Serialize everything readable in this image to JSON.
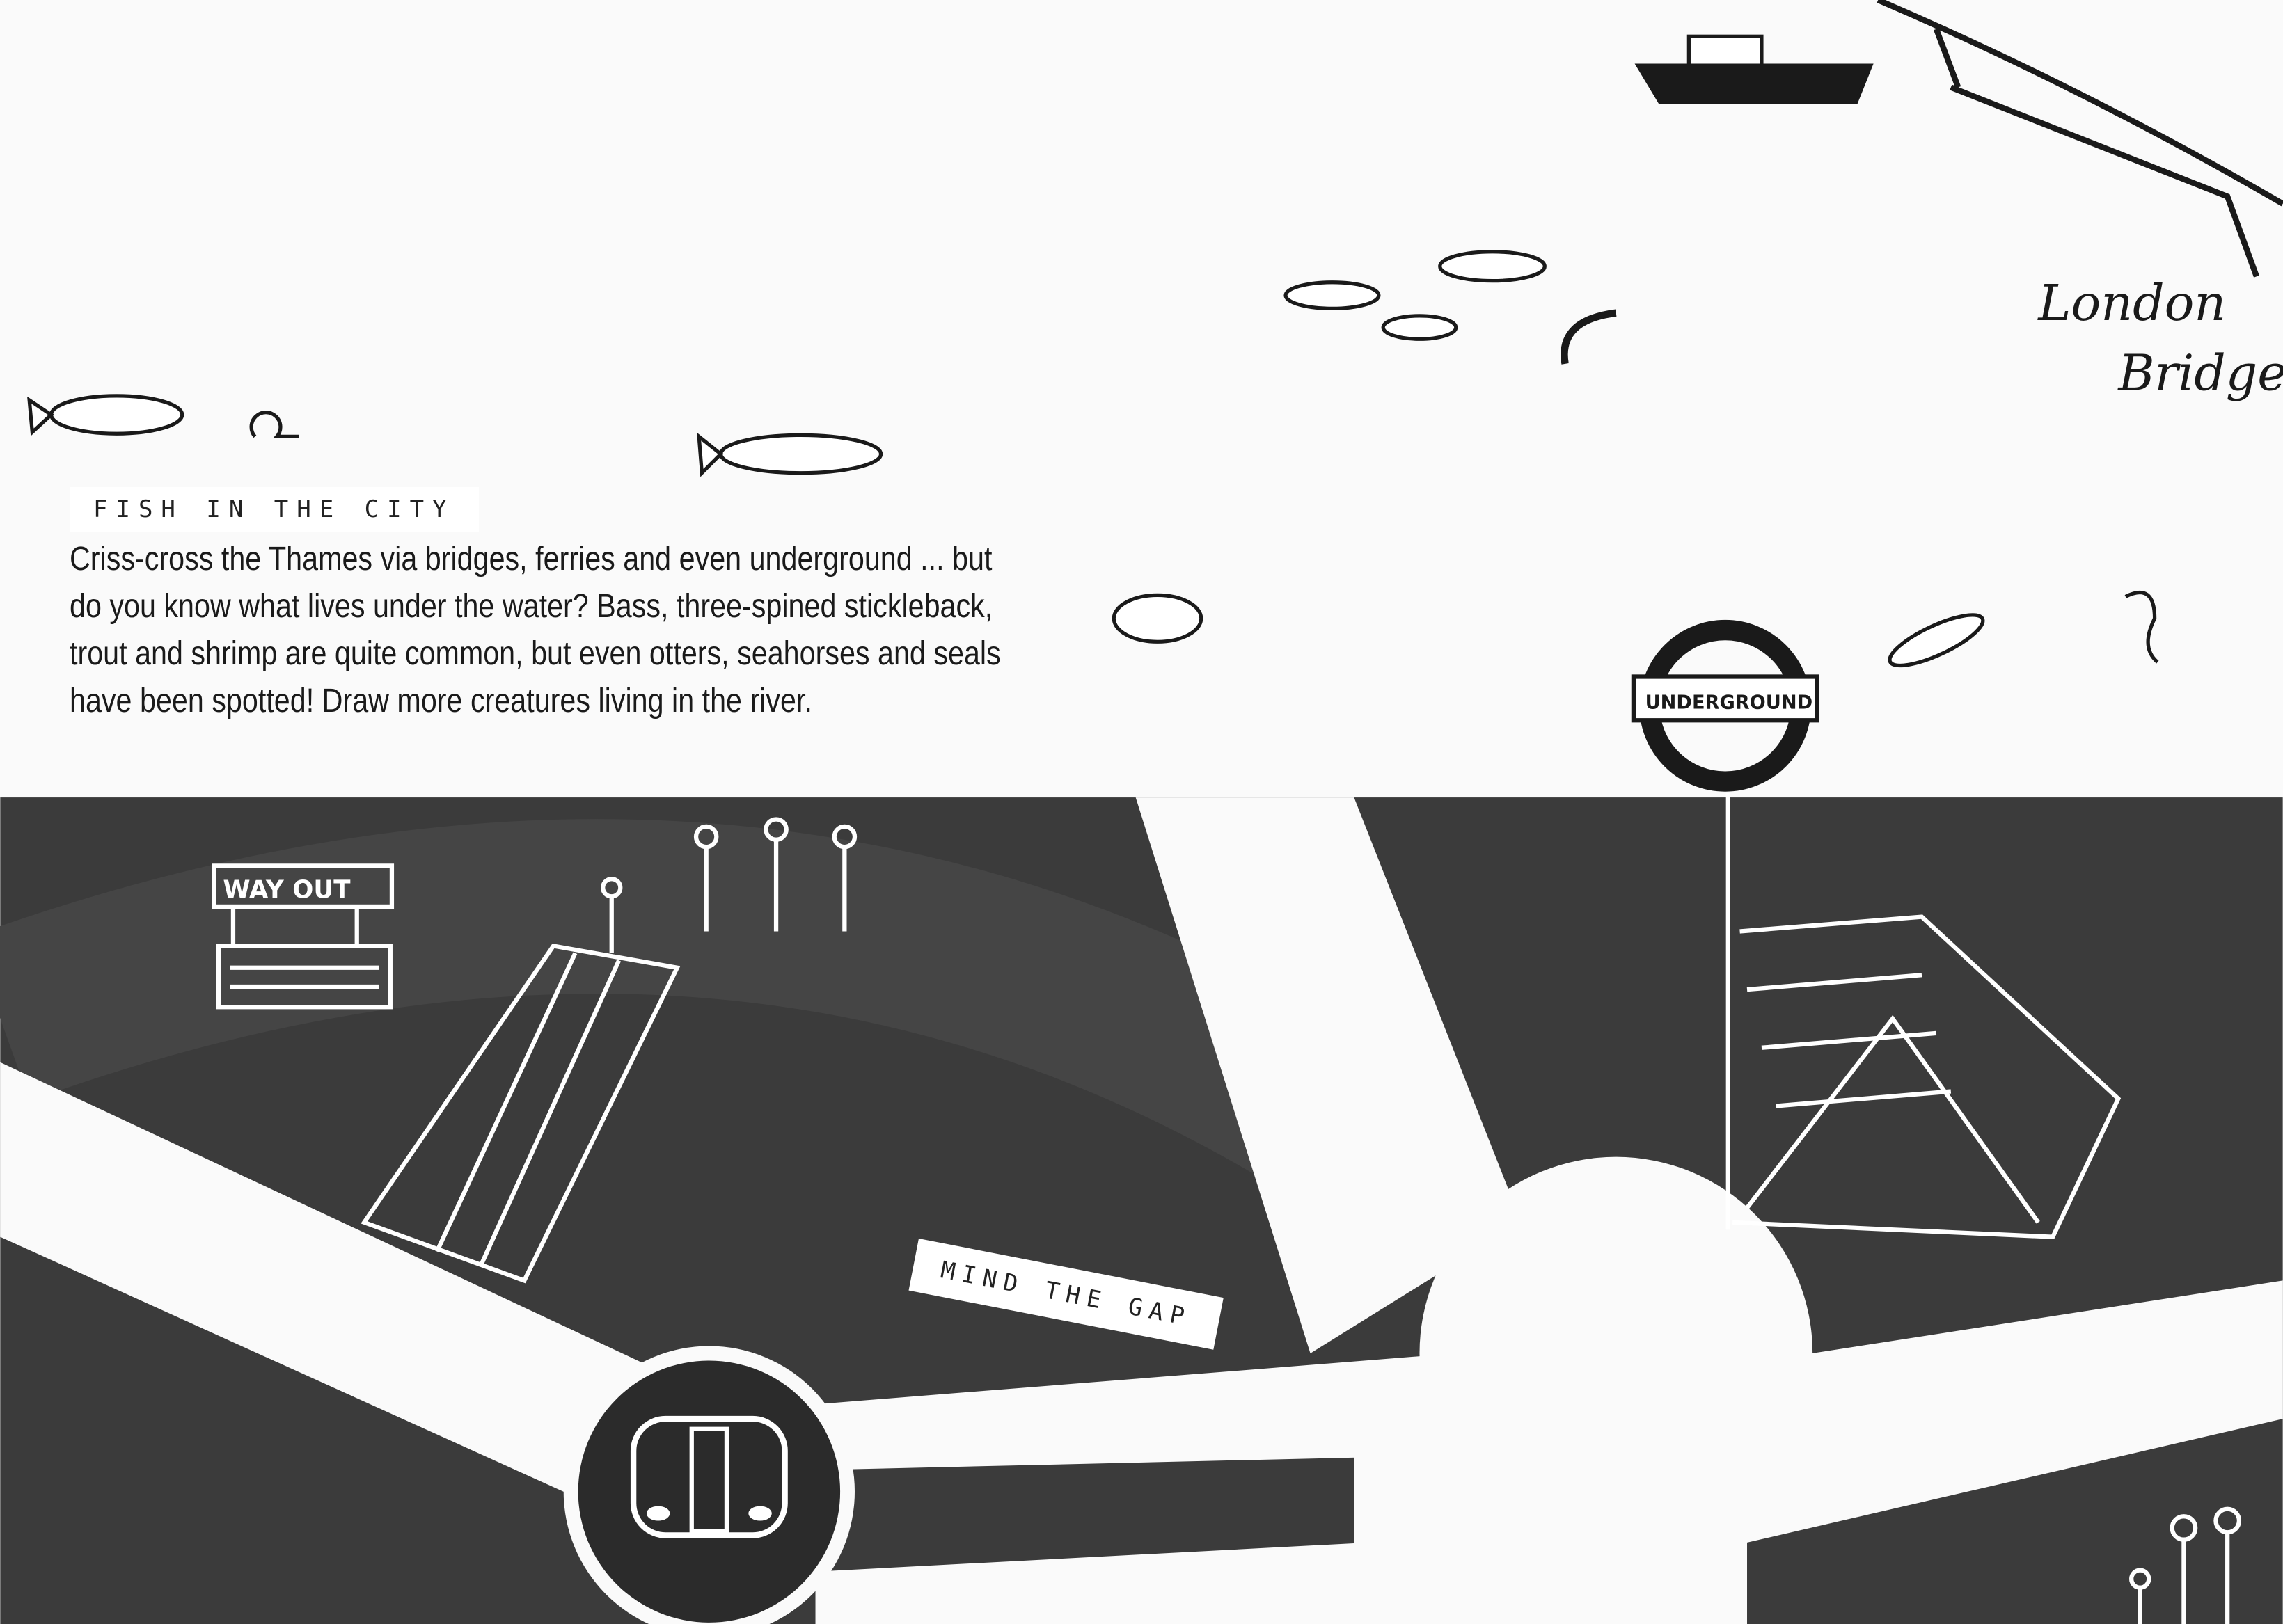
{
  "section": {
    "title": "FISH IN THE CITY",
    "body": "Criss-cross the Thames via bridges, ferries and even underground ... but do you know what lives under the water? Bass, three-spined stickleback, trout and shrimp are quite common, but even otters, seahorses and seals have been spotted! Draw more creatures living in the river."
  },
  "labels": {
    "london": "London",
    "bridge": "Bridge",
    "underground": "UNDERGROUND",
    "way_out": "WAY OUT",
    "mind_the_gap": "MIND THE GAP"
  },
  "colors": {
    "ground": "#3b3b3b",
    "paper": "#fafafa",
    "ink": "#1a1a1a"
  }
}
